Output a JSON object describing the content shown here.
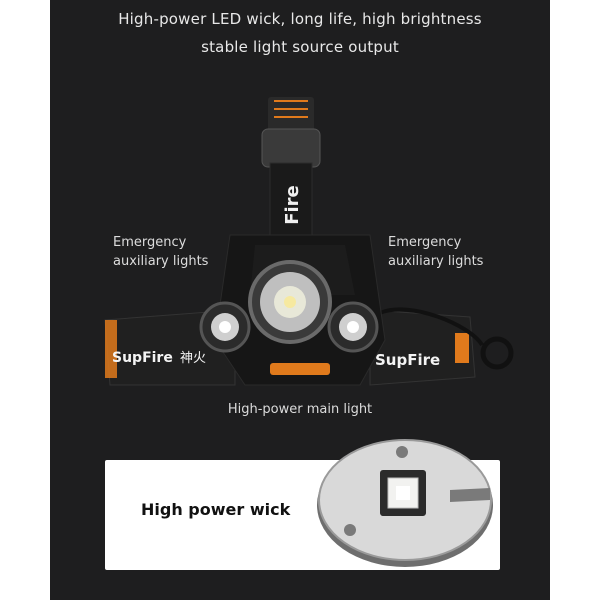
{
  "headline": {
    "line1": "High-power LED wick, long life, high brightness",
    "line2": "stable light source output"
  },
  "labels": {
    "left": [
      "Emergency",
      "auxiliary lights"
    ],
    "right": [
      "Emergency",
      "auxiliary lights"
    ],
    "main_light": "High-power main light"
  },
  "brand": {
    "strap_left": "SupFire",
    "strap_left_cn": "神火",
    "strap_right": "SupFire",
    "top_strap": "Fire"
  },
  "wick_card": {
    "label": "High power wick"
  },
  "colors": {
    "background": "#1e1e1f",
    "text": "#e8e8e8",
    "accent_orange": "#e07a1c",
    "card": "#ffffff"
  }
}
